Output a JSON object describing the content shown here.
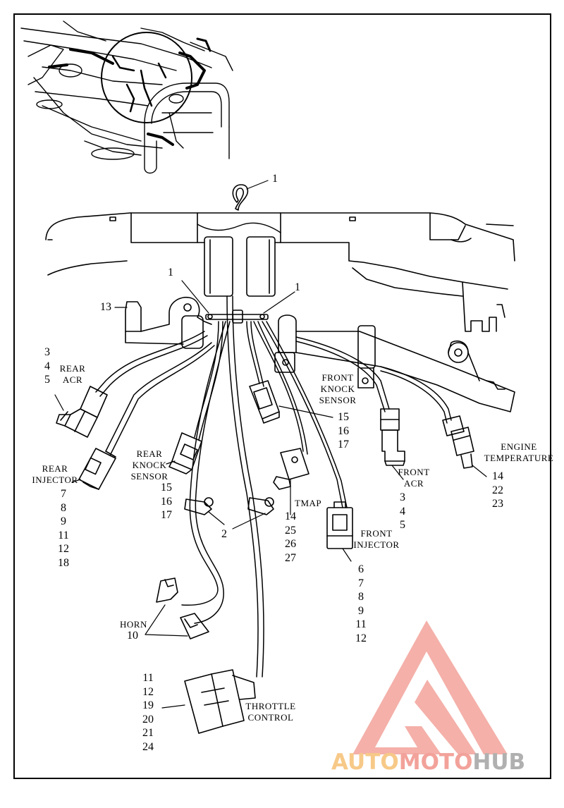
{
  "callouts": {
    "clip_top": "1",
    "clip_left": "1",
    "clip_right": "1",
    "bracket": "13",
    "anchors": "2"
  },
  "components": {
    "rear_acr": {
      "label": [
        "REAR",
        "ACR"
      ],
      "numbers": [
        "3",
        "4",
        "5"
      ]
    },
    "rear_injector": {
      "label": [
        "REAR",
        "INJECTOR"
      ],
      "numbers": [
        "7",
        "8",
        "9",
        "11",
        "12",
        "18"
      ]
    },
    "rear_knock_sensor": {
      "label": [
        "REAR",
        "KNOCK",
        "SENSOR"
      ],
      "numbers": [
        "15",
        "16",
        "17"
      ]
    },
    "front_knock_sensor": {
      "label": [
        "FRONT",
        "KNOCK",
        "SENSOR"
      ],
      "numbers": [
        "15",
        "16",
        "17"
      ]
    },
    "tmap": {
      "label": [
        "TMAP"
      ],
      "numbers": [
        "14",
        "25",
        "26",
        "27"
      ]
    },
    "front_injector": {
      "label": [
        "FRONT",
        "INJECTOR"
      ],
      "numbers": [
        "6",
        "7",
        "8",
        "9",
        "11",
        "12"
      ]
    },
    "front_acr": {
      "label": [
        "FRONT",
        "ACR"
      ],
      "numbers": [
        "3",
        "4",
        "5"
      ]
    },
    "engine_temperature": {
      "label": [
        "ENGINE",
        "TEMPERATURE"
      ],
      "numbers": [
        "14",
        "22",
        "23"
      ]
    },
    "horn": {
      "label": [
        "HORN"
      ],
      "numbers": [
        "10"
      ]
    },
    "throttle_control": {
      "label": [
        "THROTTLE",
        "CONTROL"
      ],
      "numbers": [
        "11",
        "12",
        "19",
        "20",
        "21",
        "24"
      ]
    }
  },
  "watermark": {
    "parts": [
      "AUTO",
      "MOTO",
      "HUB"
    ],
    "colors": {
      "auto": "#f7c988",
      "moto": "#f2a29a",
      "hub": "#b0b0b0",
      "triangle": "#f2a29a"
    }
  }
}
